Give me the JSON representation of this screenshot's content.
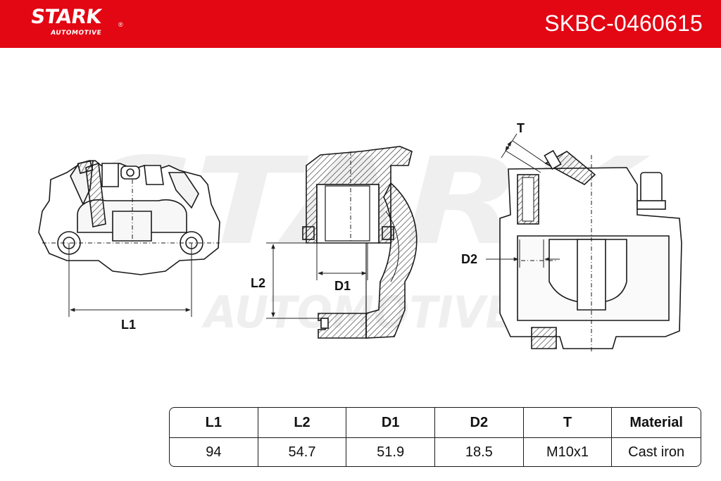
{
  "brand": {
    "name": "STARK",
    "sub": "AUTOMOTIVE",
    "registered_mark": "®",
    "color": "#e30613"
  },
  "part_number": "SKBC-0460615",
  "watermark": {
    "main": "STARK",
    "sub": "AUTOMOTIVE",
    "registered_mark": "®"
  },
  "dimension_labels": {
    "l1": "L1",
    "l2": "L2",
    "d1": "D1",
    "d2": "D2",
    "t": "T"
  },
  "specs": {
    "headers": [
      "L1",
      "L2",
      "D1",
      "D2",
      "T",
      "Material"
    ],
    "values": [
      "94",
      "54.7",
      "51.9",
      "18.5",
      "M10x1",
      "Cast iron"
    ]
  }
}
